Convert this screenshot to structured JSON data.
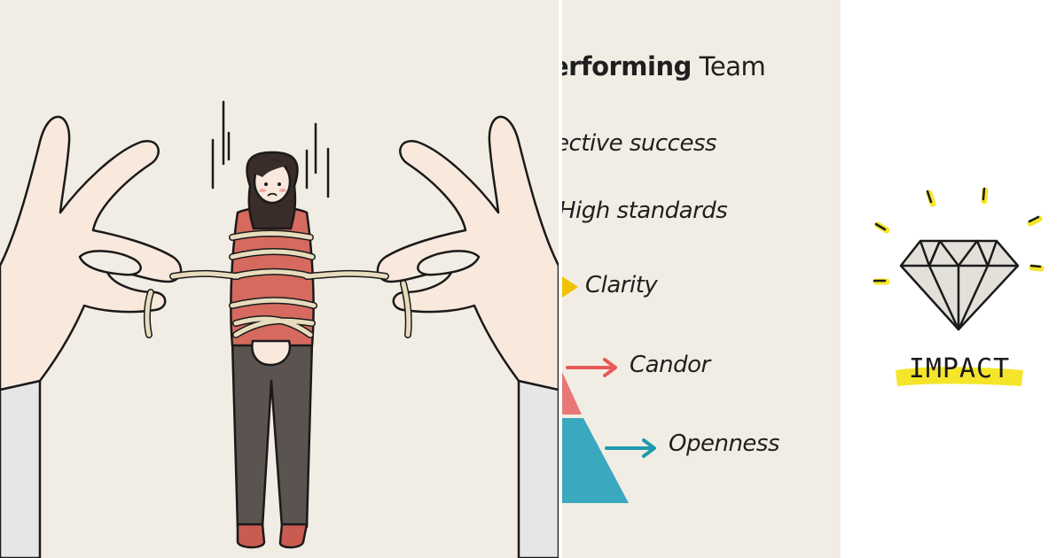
{
  "slide": {
    "title_bold": "erforming",
    "title_rest": " Team",
    "items": [
      {
        "label": "ective success"
      },
      {
        "label": "High standards"
      },
      {
        "label": "Clarity",
        "color": "#f2c200"
      },
      {
        "label": "Candor",
        "color": "#e85a5a"
      },
      {
        "label": "Openness",
        "color": "#1f9aae"
      }
    ]
  },
  "impact": {
    "label": "IMPACT",
    "highlight_color": "#f5e52a"
  },
  "colors": {
    "background": "#f2ede4",
    "shirt": "#d66a5f",
    "pants": "#5a5350",
    "skin": "#f7e3d6",
    "rope": "#e8dcbe",
    "pyramid_top": "#e87878",
    "pyramid_bottom": "#3aa8bf"
  }
}
